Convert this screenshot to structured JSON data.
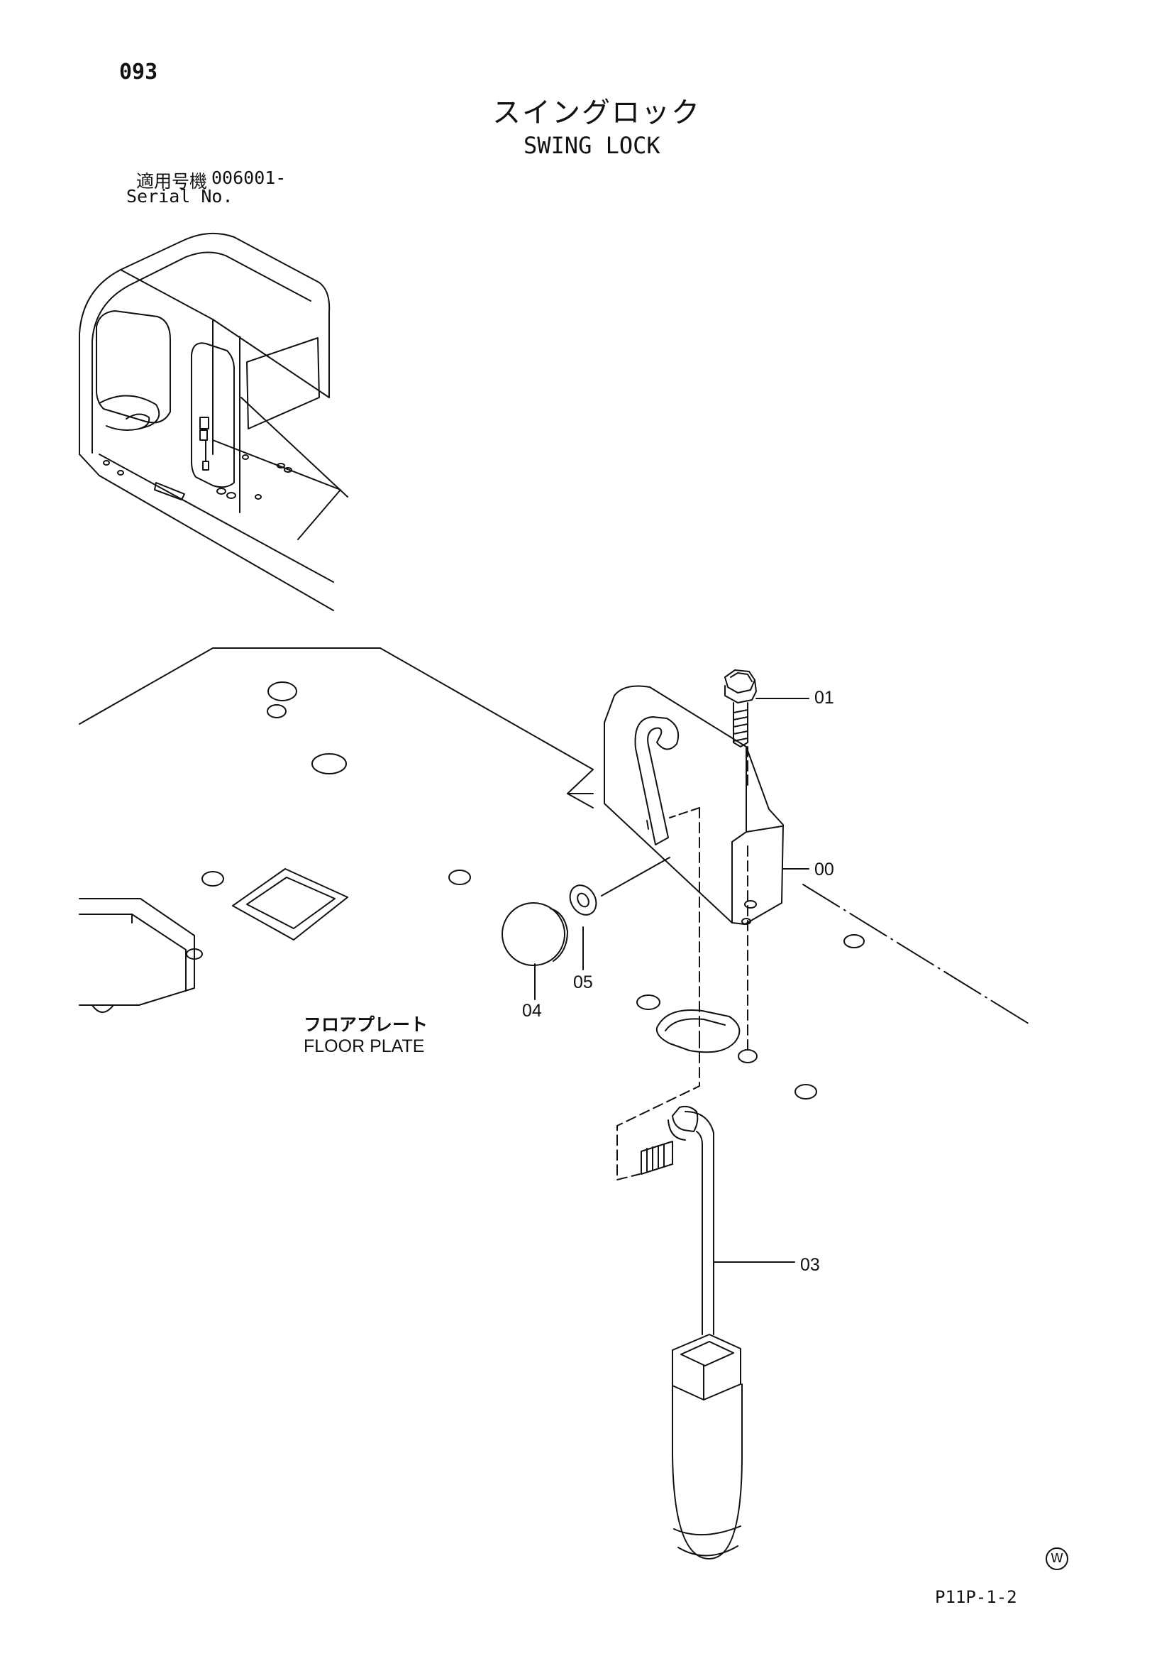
{
  "header": {
    "page_number": "093",
    "title_ja": "スイングロック",
    "title_en": "SWING LOCK"
  },
  "serial": {
    "label_ja": "適用号機",
    "value": "006001-",
    "label_en": "Serial No."
  },
  "floor_plate": {
    "label_ja": "フロアプレート",
    "label_en": "FLOOR PLATE"
  },
  "callouts": {
    "bracket": "00",
    "bolt": "01",
    "lock_lever": "03",
    "knob": "04",
    "washer": "05"
  },
  "footer": {
    "mark": "W",
    "page_code": "P11P-1-2"
  }
}
